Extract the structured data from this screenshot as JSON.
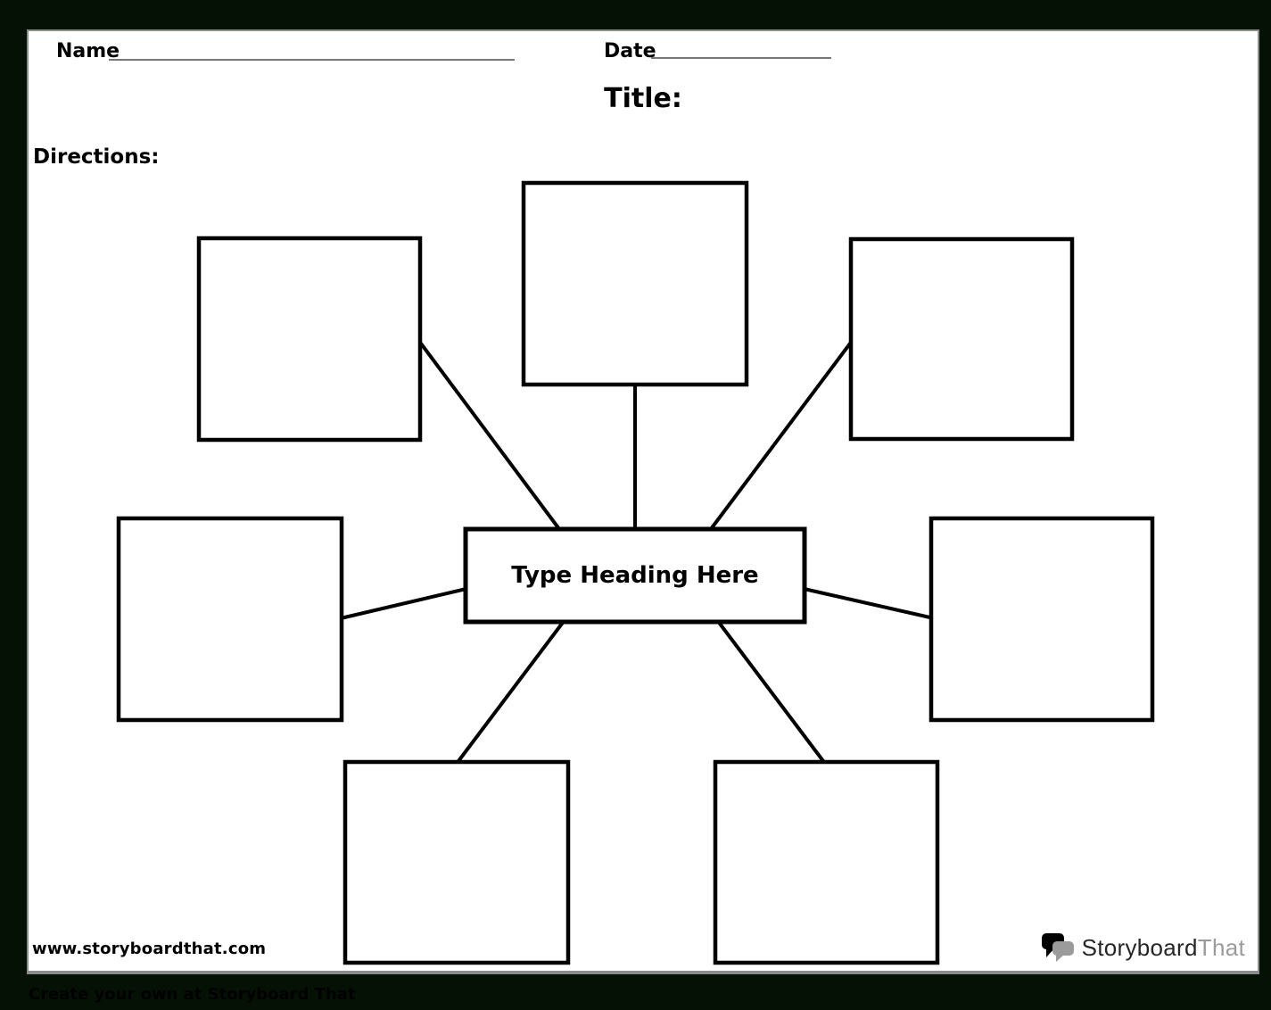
{
  "worksheet": {
    "name_label": "Name",
    "date_label": "Date",
    "title_label": "Title:",
    "directions_label": "Directions:",
    "diagram": {
      "center_heading": "Type Heading Here",
      "spoke_box_count": 7,
      "spoke_positions": [
        "top-left",
        "top-center",
        "top-right",
        "left",
        "right",
        "bottom-left",
        "bottom-right"
      ]
    },
    "footer_url": "www.storyboardthat.com",
    "logo": {
      "icon": "speech-bubbles-icon",
      "text_primary": "Storyboard",
      "text_secondary": "That"
    },
    "bottom_bar_text": "Create your own at Storyboard That",
    "colors": {
      "background": "#041104",
      "page": "#ffffff",
      "page_border": "#8c8c8c",
      "ink": "#000000",
      "underline": "#777777",
      "logo_dark": "#262626",
      "logo_gray": "#9b9b9b"
    }
  }
}
